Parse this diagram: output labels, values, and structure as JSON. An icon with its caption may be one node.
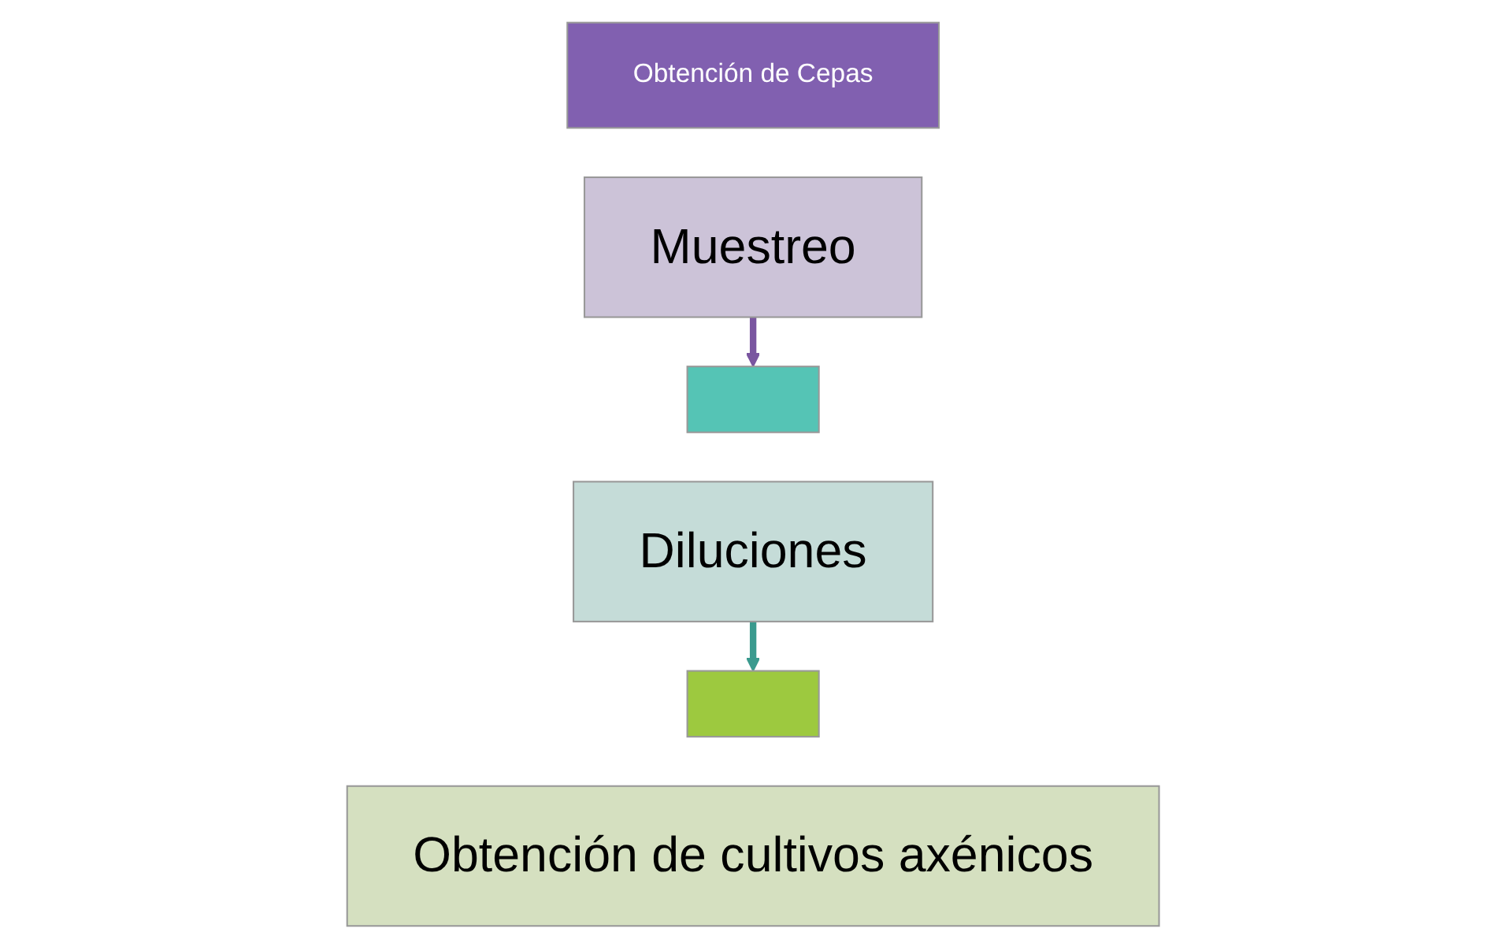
{
  "diagram": {
    "nodes": [
      {
        "text": [
          "Obtención de Cepas"
        ]
      },
      {
        "text": [
          "Muestreo"
        ]
      },
      {
        "text": [],
        "shape": "box"
      },
      {
        "text": [
          "Diluciones"
        ]
      },
      {
        "text": [],
        "shape": "box"
      },
      {
        "text": [
          "Obtención de cultivos axénicos"
        ]
      }
    ],
    "edges": [
      {
        "from": 1,
        "to": 2,
        "arrow": "to",
        "color": "#7a56a0"
      },
      {
        "from": 3,
        "to": 4,
        "arrow": "to",
        "color": "#3a9a8e"
      }
    ]
  }
}
